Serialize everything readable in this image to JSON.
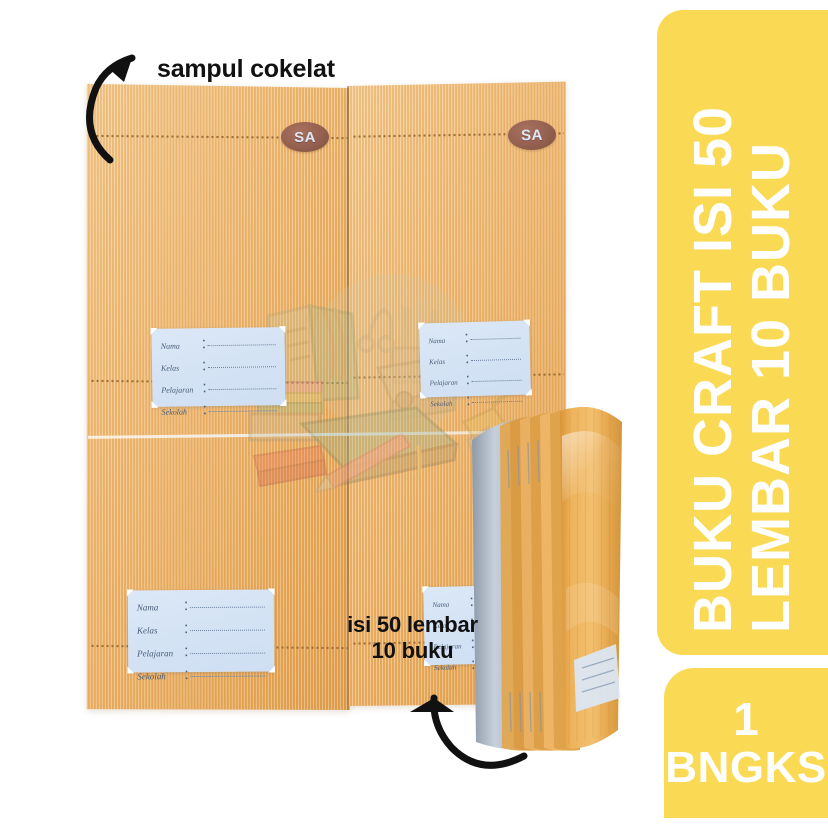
{
  "banner": {
    "line1": "BUKU  CRAFT ISI 50",
    "line2": "LEMBAR 10 BUKU",
    "bg_color": "#FADA54",
    "text_color": "#FFFFFF"
  },
  "badge": {
    "quantity": "1",
    "unit": "BNGKS"
  },
  "annotations": {
    "top": "sampul cokelat",
    "bottom_line1": "isi 50 lembar",
    "bottom_line2": "10 buku",
    "arrow_color": "#111111"
  },
  "product": {
    "brand_logo_text": "SA",
    "logo_bg_color": "#94604F",
    "logo_text_color": "#DDE8F6",
    "paper_color": "#EEB266",
    "paper_texture": "vertical-ribbed"
  },
  "name_label": {
    "fields": [
      {
        "key": "Nama",
        "separator": ":",
        "value": ""
      },
      {
        "key": "Kelas",
        "separator": ":",
        "value": ""
      },
      {
        "key": "Pelajaran",
        "separator": ":",
        "value": ""
      },
      {
        "key": "Sekolah",
        "separator": ":",
        "value": ""
      }
    ],
    "bg_color": "#D6E4F5"
  },
  "watermark": {
    "description": "stationery illustration",
    "items": [
      "scissors",
      "pencil-cup",
      "books",
      "notebook",
      "stapler",
      "pencil",
      "stamp",
      "magazine-holder"
    ]
  },
  "book_stack": {
    "count_visible": 6,
    "cover_color": "#E8A84F",
    "page_edge_color": "#C9D3DF"
  }
}
